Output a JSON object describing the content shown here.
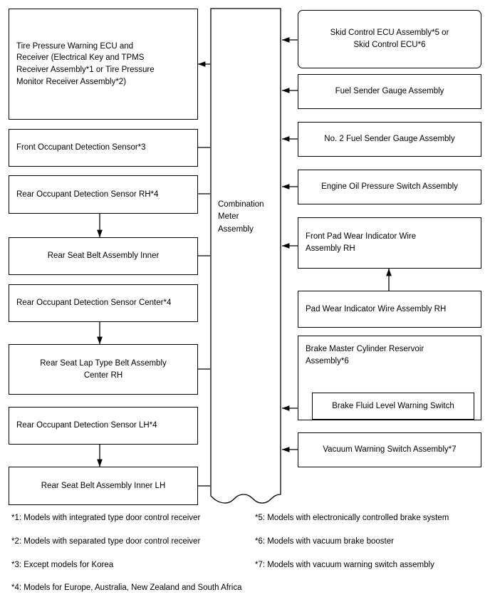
{
  "diagram": {
    "center": {
      "label": "Combination\nMeter\nAssembly"
    },
    "left_boxes": [
      {
        "label": "Tire Pressure Warning ECU and\nReceiver (Electrical Key and TPMS\nReceiver Assembly*1 or Tire Pressure\nMonitor Receiver Assembly*2)"
      },
      {
        "label": "Front Occupant Detection Sensor*3"
      },
      {
        "label": "Rear Occupant Detection Sensor RH*4"
      },
      {
        "label": "Rear Seat Belt Assembly Inner"
      },
      {
        "label": "Rear Occupant Detection Sensor Center*4"
      },
      {
        "label": "Rear Seat Lap Type Belt Assembly\nCenter RH"
      },
      {
        "label": "Rear Occupant Detection Sensor LH*4"
      },
      {
        "label": "Rear Seat Belt Assembly Inner LH"
      }
    ],
    "right_boxes": [
      {
        "label": "Skid Control ECU Assembly*5 or\nSkid Control ECU*6"
      },
      {
        "label": "Fuel Sender Gauge Assembly"
      },
      {
        "label": "No. 2 Fuel Sender Gauge Assembly"
      },
      {
        "label": "Engine Oil Pressure Switch Assembly"
      },
      {
        "label": "Front Pad Wear Indicator Wire\nAssembly RH"
      },
      {
        "label": "Pad Wear Indicator Wire Assembly RH"
      },
      {
        "label": "Brake Master Cylinder Reservoir\nAssembly*6"
      },
      {
        "label": "Brake Fluid Level Warning Switch"
      },
      {
        "label": "Vacuum Warning Switch Assembly*7"
      }
    ],
    "footnotes_left": [
      "*1: Models with integrated type door control receiver",
      "*2: Models with separated type door control receiver",
      "*3: Except models for Korea",
      "*4: Models for Europe, Australia, New Zealand and South Africa"
    ],
    "footnotes_right": [
      "*5: Models with electronically controlled brake system",
      "*6: Models with vacuum brake booster",
      "*7: Models with vacuum warning switch assembly"
    ]
  }
}
